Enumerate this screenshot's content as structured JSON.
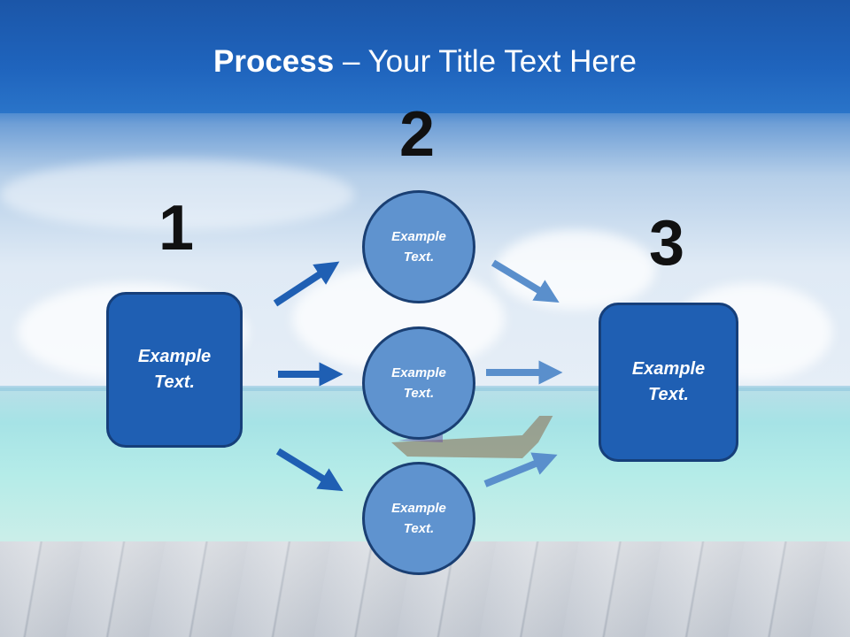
{
  "slide": {
    "title_strong": "Process",
    "title_rest": " – Your Title Text Here"
  },
  "steps": {
    "num_1": "1",
    "num_2": "2",
    "num_3": "3"
  },
  "left_box": {
    "text": "Example Text."
  },
  "circles": [
    {
      "text": "Example Text."
    },
    {
      "text": "Example Text."
    },
    {
      "text": "Example Text."
    }
  ],
  "right_box": {
    "text": "Example Text."
  },
  "colors": {
    "title_bar": "#1f64bd",
    "box_fill": "#1f5fb3",
    "circle_fill": "#5f93cf",
    "arrow_dark": "#1f5fb3",
    "arrow_light": "#5a8fcc"
  }
}
